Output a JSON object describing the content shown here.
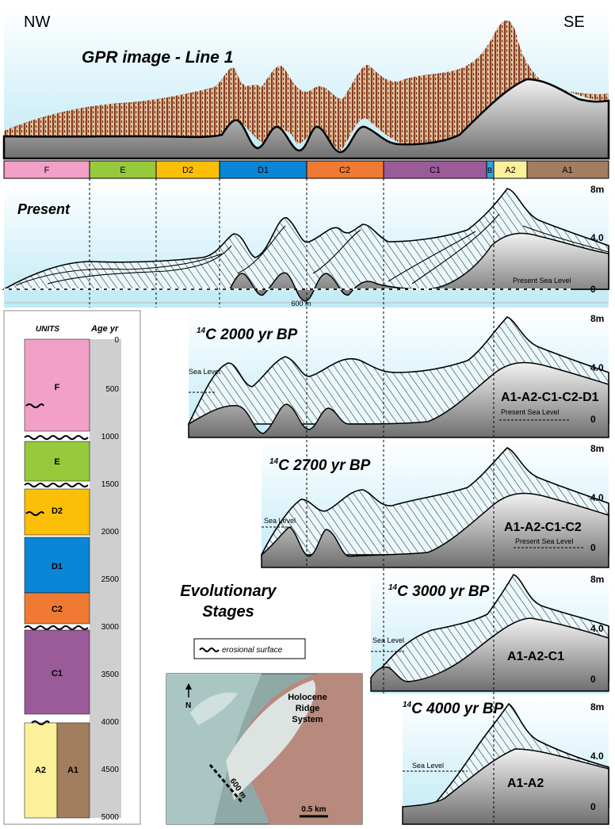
{
  "compass": {
    "left": "NW",
    "right": "SE"
  },
  "gpr_title": "GPR image - Line 1",
  "unit_strip": [
    {
      "label": "F",
      "color": "#f2a0c8"
    },
    {
      "label": "E",
      "color": "#97c93c"
    },
    {
      "label": "D2",
      "color": "#fcbf08"
    },
    {
      "label": "D1",
      "color": "#0a86d6"
    },
    {
      "label": "C2",
      "color": "#f07a33"
    },
    {
      "label": "C1",
      "color": "#9b5a98"
    },
    {
      "label": "B",
      "color": "#2fa4e0"
    },
    {
      "label": "A2",
      "color": "#fdf09a"
    },
    {
      "label": "A1",
      "color": "#a27d5e"
    }
  ],
  "present": {
    "title": "Present",
    "sea_level": "Present Sea Level",
    "scale": "600 m",
    "axis": [
      "8m",
      "4.0",
      "0"
    ]
  },
  "stages": [
    {
      "title": "C 2000 yr BP",
      "sup": "14",
      "units": "A1-A2-C1-C2-D1",
      "sea": "Sea Level",
      "present_sea": "Present Sea Level",
      "axis": [
        "8m",
        "4.0",
        "0"
      ]
    },
    {
      "title": "C 2700 yr BP",
      "sup": "14",
      "units": "A1-A2-C1-C2",
      "sea": "Sea Level",
      "present_sea": "Present Sea Level",
      "axis": [
        "8m",
        "4.0",
        "0"
      ]
    },
    {
      "title": "C 3000 yr BP",
      "sup": "14",
      "units": "A1-A2-C1",
      "sea": "Sea Level",
      "axis": [
        "8m",
        "4.0",
        "0"
      ]
    },
    {
      "title": "C 4000 yr BP",
      "sup": "14",
      "units": "A1-A2",
      "sea": "Sea Level",
      "axis": [
        "8m",
        "4.0",
        "0"
      ]
    }
  ],
  "column": {
    "units_header": "UNITS",
    "age_header": "Age yr",
    "ages": [
      "0",
      "500",
      "1000",
      "1500",
      "2000",
      "2500",
      "3000",
      "3500",
      "4000",
      "4500",
      "5000"
    ],
    "units": [
      {
        "label": "F",
        "color": "#f2a0c8"
      },
      {
        "label": "E",
        "color": "#97c93c"
      },
      {
        "label": "D2",
        "color": "#fcbf08"
      },
      {
        "label": "D1",
        "color": "#0a86d6"
      },
      {
        "label": "C2",
        "color": "#f07a33"
      },
      {
        "label": "C1",
        "color": "#9b5a98"
      },
      {
        "label": "A2",
        "color": "#fdf09a"
      },
      {
        "label": "A1",
        "color": "#a27d5e"
      }
    ]
  },
  "evo_title": [
    "Evolutionary",
    "Stages"
  ],
  "legend": "erosional surface",
  "map": {
    "north": "N",
    "label": [
      "Holocene",
      "Ridge",
      "System"
    ],
    "distance": "600 m",
    "scale": "0.5 km"
  }
}
